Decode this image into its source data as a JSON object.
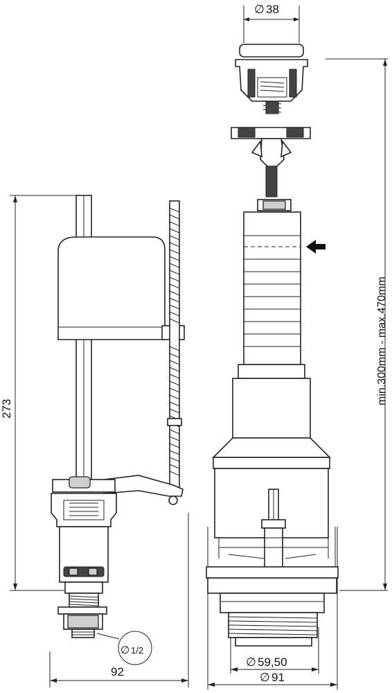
{
  "dimensions": {
    "button_diameter": "38",
    "float_valve_height": "273",
    "flush_valve_height_range": "min.300mm - max.470mm",
    "thread_size": "1/2",
    "width_left": "92",
    "outlet_inner_diameter": "59,50",
    "outlet_outer_diameter": "91",
    "diameter_symbol": "∅"
  },
  "markers": {
    "adjust_arrow": "arrow-left-icon"
  }
}
